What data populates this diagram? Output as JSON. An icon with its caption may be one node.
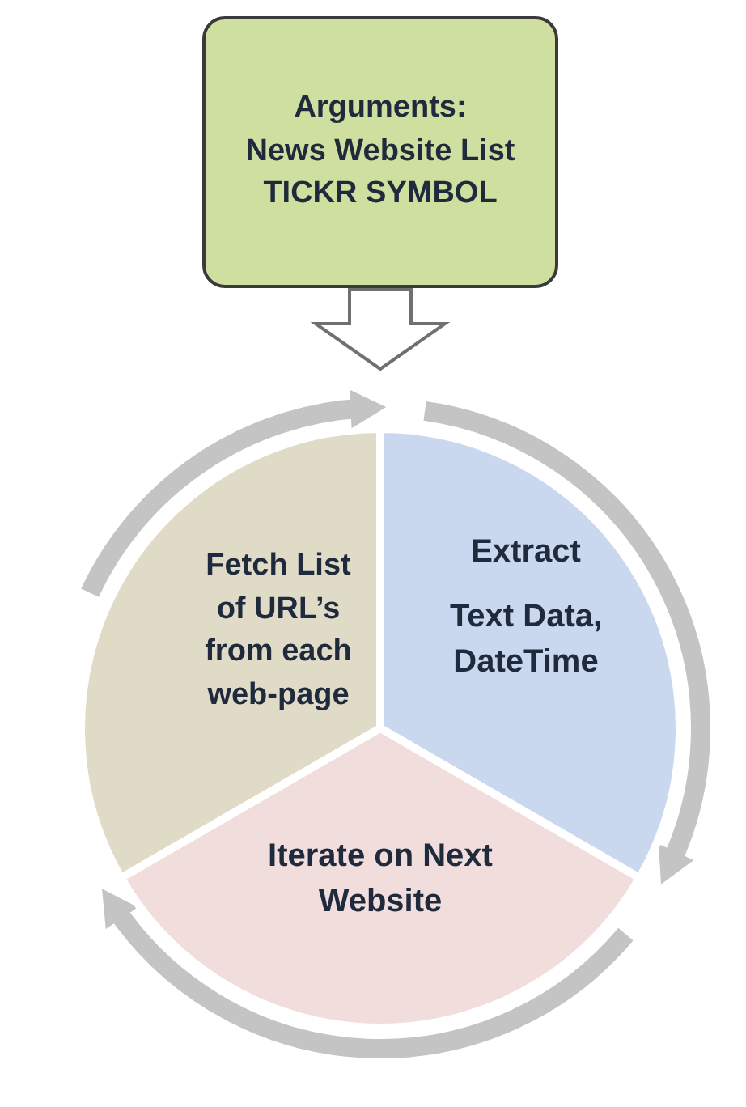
{
  "diagram": {
    "nodes": [
      {
        "text": [
          "Arguments:",
          "News Website List",
          "TICKR SYMBOL"
        ]
      },
      {
        "text": [
          "Fetch List of URL’s from each web-page"
        ]
      },
      {
        "text": [
          "Extract",
          "Text Data, DateTime"
        ]
      },
      {
        "text": [
          "Iterate on Next Website"
        ]
      }
    ],
    "edges": [
      {
        "from": 0,
        "to": 1,
        "arrow": "to"
      },
      {
        "from": 0,
        "to": 2,
        "arrow": "to"
      }
    ]
  }
}
